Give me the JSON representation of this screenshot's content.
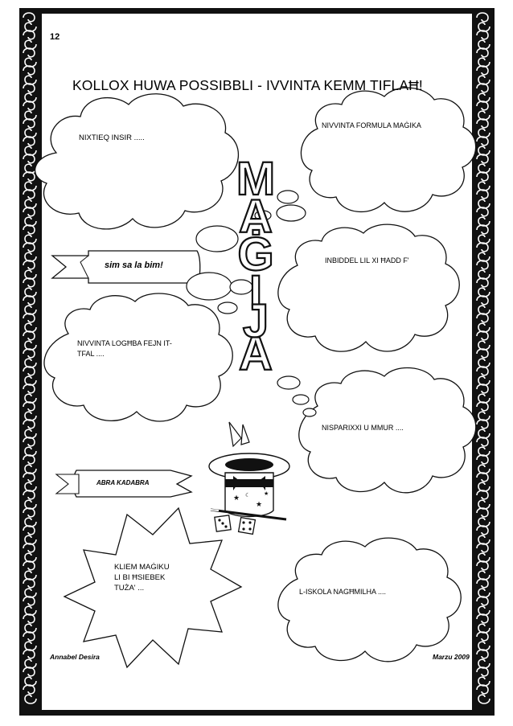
{
  "page_number": "12",
  "title": "KOLLOX HUWA POSSIBBLI - IVVINTA KEMM TIFLAĦ!",
  "central_word": [
    "M",
    "A",
    "Ġ",
    "I",
    "J",
    "A"
  ],
  "bubbles": {
    "nixtieq": "NIXTIEQ INSIR .....",
    "formula": "NIVVINTA FORMULA MAĠIKA",
    "inbiddel": "INBIDDEL LIL XI ĦADD F'",
    "loghba_1": "NIVVINTA LOGĦBA FEJN IT-",
    "loghba_2": "TFAL ....",
    "nisparixxi": "NISPARIXXI U MMUR  ....",
    "kliem_1": "KLIEM MAĠIKU",
    "kliem_2": "LI BI ĦSIEBEK",
    "kliem_3": "TUŻA' ...",
    "skola": "L-ISKOLA NAGĦMILHA  ...."
  },
  "banners": {
    "sim_sala_bim": "sim sa la bim!",
    "abra_kadabra": "ABRA KADABRA"
  },
  "footer": {
    "author": "Annabel Desira",
    "date": "Marzu 2009"
  },
  "illustration": {
    "icon": "magic-hat-icon",
    "accessories": [
      "magic-wand-icon",
      "dice-icon"
    ]
  }
}
